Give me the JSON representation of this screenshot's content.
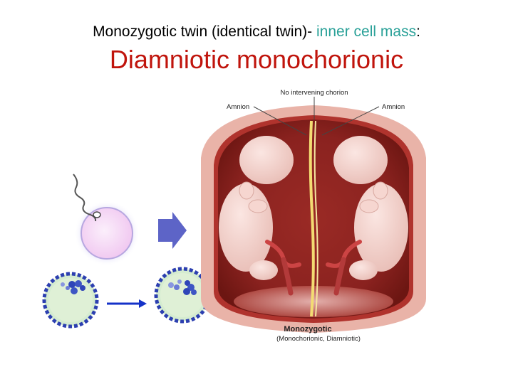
{
  "slide": {
    "title_prefix": "Monozygotic twin (identical twin)- ",
    "title_accent": "inner cell mass",
    "title_suffix": ":",
    "subtitle": "Diamniotic monochorionic"
  },
  "figure": {
    "top_label": "No intervening chorion",
    "left_label": "Amnion",
    "right_label": "Amnion",
    "caption_main": "Monozygotic",
    "caption_sub": "(Monochorionic, Diamniotic)"
  },
  "colors": {
    "title_accent": "#2aa198",
    "subtitle": "#c0140c",
    "uterus_wall": "#e9b3a8",
    "chorion": "#b0332d",
    "arrow_blue": "#1432c8",
    "arrow_purple": "#5d64c7"
  }
}
